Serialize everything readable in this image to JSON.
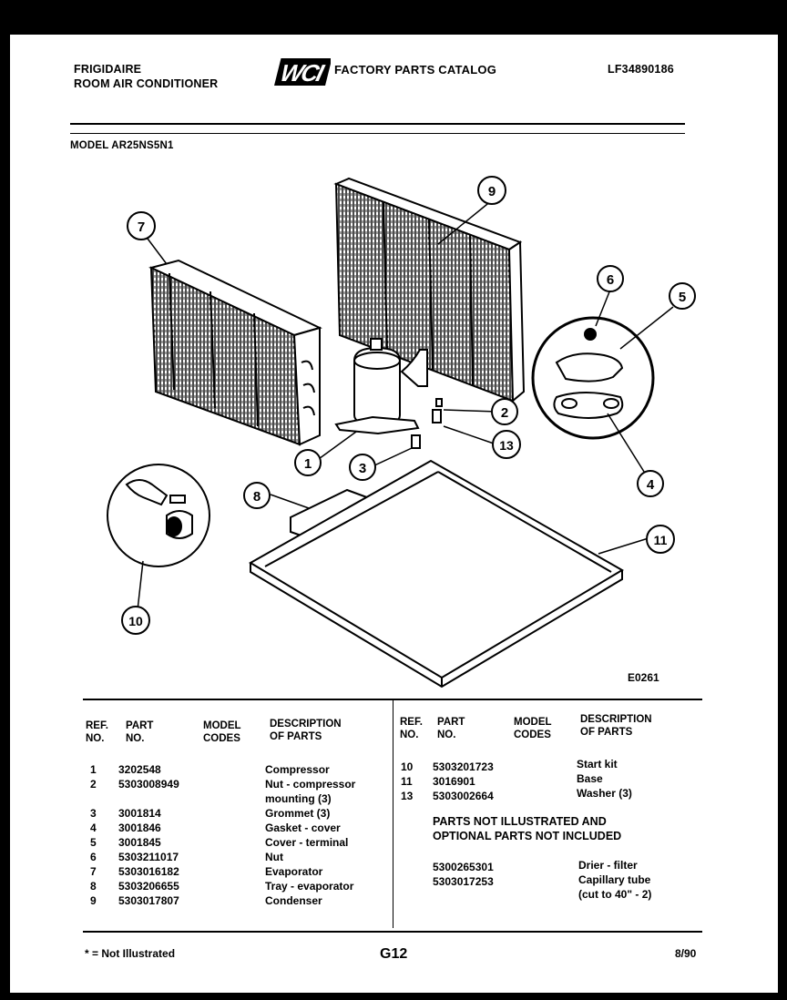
{
  "header": {
    "brand": "FRIGIDAIRE",
    "product": "ROOM AIR CONDITIONER",
    "logo_text": "WCI",
    "catalog": "FACTORY PARTS CATALOG",
    "catalog_no": "LF34890186",
    "model": "MODEL AR25NS5N1"
  },
  "diagram": {
    "callouts": [
      "7",
      "9",
      "6",
      "5",
      "2",
      "13",
      "1",
      "3",
      "4",
      "8",
      "11",
      "10"
    ],
    "figure_no": "E0261"
  },
  "table": {
    "headers": {
      "ref": [
        "REF.",
        "NO."
      ],
      "part": [
        "PART",
        "NO."
      ],
      "model": [
        "MODEL",
        "CODES"
      ],
      "desc": [
        "DESCRIPTION",
        "OF PARTS"
      ]
    },
    "left": {
      "refs": [
        "1",
        "2",
        "",
        "3",
        "4",
        "5",
        "6",
        "7",
        "8",
        "9"
      ],
      "parts": [
        "3202548",
        "5303008949",
        "",
        "3001814",
        "3001846",
        "3001845",
        "5303211017",
        "5303016182",
        "5303206655",
        "5303017807"
      ],
      "descriptions": [
        "Compressor",
        "Nut - compressor",
        "mounting (3)",
        "Grommet (3)",
        "Gasket - cover",
        "Cover - terminal",
        "Nut",
        "Evaporator",
        "Tray - evaporator",
        "Condenser"
      ]
    },
    "right": {
      "refs": [
        "10",
        "11",
        "13"
      ],
      "parts": [
        "5303201723",
        "3016901",
        "5303002664"
      ],
      "descriptions": [
        "Start kit",
        "Base",
        "Washer (3)"
      ],
      "note": [
        "PARTS NOT ILLUSTRATED AND",
        "OPTIONAL PARTS NOT INCLUDED"
      ],
      "extra_parts": [
        "5300265301",
        "5303017253"
      ],
      "extra_descriptions": [
        "Drier - filter",
        "Capillary tube",
        "(cut to 40\" - 2)"
      ]
    }
  },
  "footer": {
    "note": "* = Not Illustrated",
    "page": "G12",
    "date": "8/90"
  }
}
